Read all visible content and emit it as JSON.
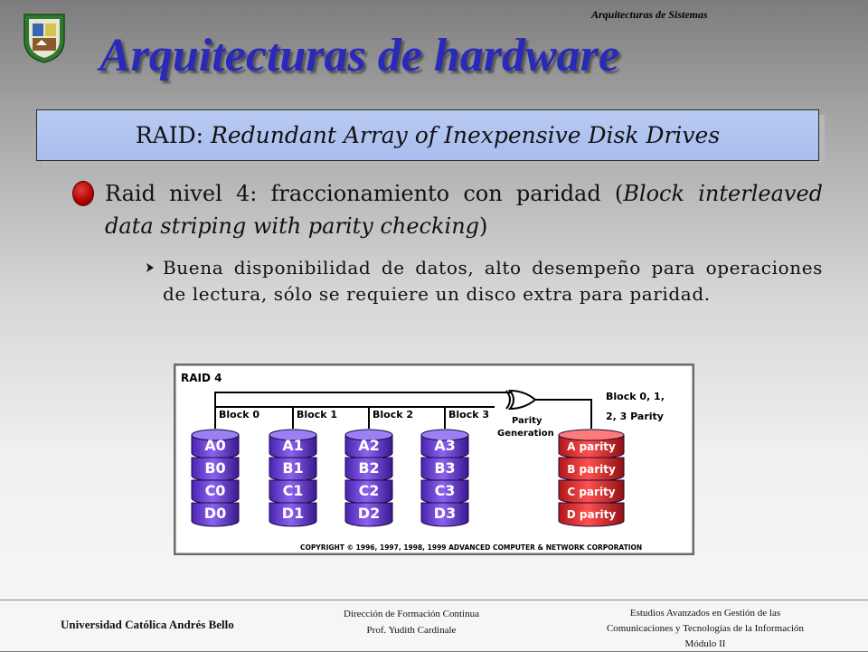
{
  "header": {
    "course": "Arquitecturas de Sistemas",
    "title": "Arquitecturas de hardware"
  },
  "subtitle": {
    "prefix": "RAID: ",
    "italic": "Redundant Array of Inexpensive Disk Drives"
  },
  "bullet": {
    "text_normal": "Raid nivel 4: fraccionamiento con paridad (",
    "text_italic": "Block interleaved data striping with parity checking",
    "text_close": ")"
  },
  "sub_bullet": {
    "text": "Buena disponibilidad de datos, alto desempeño para operaciones de lectura, sólo se requiere un disco extra para paridad."
  },
  "diagram": {
    "title": "RAID 4",
    "blocks": [
      "Block 0",
      "Block 1",
      "Block 2",
      "Block 3"
    ],
    "parity_gen_line1": "Parity",
    "parity_gen_line2": "Generation",
    "parity_label_line1": "Block 0, 1,",
    "parity_label_line2": "2, 3 Parity",
    "disks": [
      [
        "A0",
        "B0",
        "C0",
        "D0"
      ],
      [
        "A1",
        "B1",
        "C1",
        "D1"
      ],
      [
        "A2",
        "B2",
        "C2",
        "D2"
      ],
      [
        "A3",
        "B3",
        "C3",
        "D3"
      ]
    ],
    "parity_disk": [
      "A parity",
      "B parity",
      "C parity",
      "D parity"
    ],
    "copyright": "COPYRIGHT © 1996, 1997, 1998, 1999 ADVANCED COMPUTER & NETWORK CORPORATION",
    "colors": {
      "data_disk": "#6a3fd8",
      "parity_disk": "#e03030",
      "line": "#000000"
    }
  },
  "footer": {
    "university": "Universidad Católica Andrés Bello",
    "mid_line1": "Dirección de Formación Continua",
    "mid_line2": "Prof. Yudith Cardinale",
    "right_line1": "Estudios Avanzados en Gestión de las",
    "right_line2": "Comunicaciones y Tecnologías de la Información",
    "right_line3": "Módulo II"
  }
}
